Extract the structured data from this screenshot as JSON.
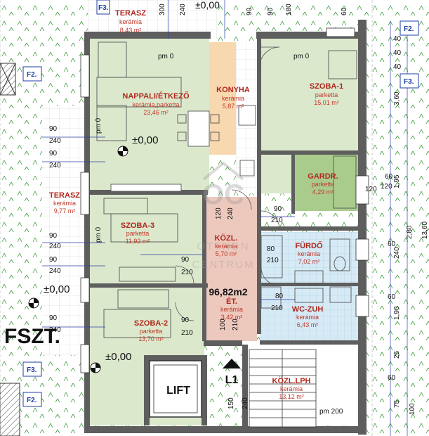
{
  "rooms": {
    "terasz_top": {
      "name": "TERASZ",
      "material": "kerámia",
      "area": "8,43 m²"
    },
    "nappali": {
      "name": "NAPPALI/ÉTKEZŐ",
      "material": "kerámia,parketta",
      "area": "23,46 m²"
    },
    "konyha": {
      "name": "KONYHA",
      "material": "kerámia",
      "area": "5,87 m²"
    },
    "szoba1": {
      "name": "SZOBA-1",
      "material": "parketta",
      "area": "15,01 m²"
    },
    "gardr": {
      "name": "GARDR.",
      "material": "parketta",
      "area": "4,29 m²"
    },
    "terasz_left": {
      "name": "TERASZ",
      "material": "kerámia",
      "area": "9,77 m²"
    },
    "szoba3": {
      "name": "SZOBA-3",
      "material": "parketta",
      "area": "11,92 m²"
    },
    "kozl": {
      "name": "KÖZL.",
      "material": "kerámia",
      "area": "5,70 m²"
    },
    "furdo": {
      "name": "FÜRDŐ",
      "material": "kerámia",
      "area": "7,02 m²"
    },
    "et": {
      "name": "ÉT.",
      "material": "kerámia",
      "area": "3,42 m²"
    },
    "wczuh": {
      "name": "WC-ZUH",
      "material": "kerámia",
      "area": "6,43 m²"
    },
    "szoba2": {
      "name": "SZOBA-2",
      "material": "parketta",
      "area": "13,70 m²"
    },
    "kozl_lph": {
      "name": "KÖZL.LPH",
      "material": "kerámia",
      "area": "13,12 m²"
    }
  },
  "levels": {
    "pm_top": "pm 0",
    "pm_right": "pm 0",
    "pm_left1": "pm 0",
    "pm_left2": "pm 0",
    "pm_bottom": "pm 200",
    "zero_main": "±0,00",
    "zero_left": "±0,00",
    "zero_bottom": "±0,00",
    "zero_top": "±0,00"
  },
  "total_area": "96,82m2",
  "floor_label": "FSZT.",
  "lift_label": "LIFT",
  "stair_label": "L1",
  "watermark": {
    "initials": "OC",
    "line1": "OTTHON",
    "line2": "CENTRUM"
  },
  "tags": {
    "f3_top": "F3.",
    "f2_right_top": "F2.",
    "f3_right": "F3.",
    "f2_left": "F2.",
    "f3_left": "F3.",
    "f2_left_bottom": "F2."
  },
  "dims": {
    "d300": "300",
    "d240": "240",
    "d90a": "90",
    "d90b": "90",
    "d180": "180",
    "d60": "60",
    "d40": "40",
    "l90a": "90",
    "l240a": "240",
    "l90b": "90",
    "l240b": "240",
    "l90c": "90",
    "l240c": "240",
    "l90d": "90",
    "l240d": "240",
    "l90e": "90",
    "l240e": "240",
    "c120": "120",
    "c240": "240",
    "c90a": "90",
    "c210a": "210",
    "c80a": "80",
    "c210b": "210",
    "c90b": "90",
    "c210c": "210",
    "c80b": "80",
    "c210d": "210",
    "c90c": "90",
    "c210e": "210",
    "c100": "100",
    "c210f": "210",
    "r360": "3,60",
    "r120a": "120",
    "r195": "1,95",
    "r60a": "60",
    "r120b": "120",
    "r280": "2,80",
    "r360b": "13,60",
    "r60b": "60",
    "r240": "240",
    "r60c": "60",
    "r190": "1,90",
    "r25": "25",
    "r60d": "60",
    "r75": "75",
    "r100a": "100",
    "r40a": "40",
    "r40b": "40",
    "s150": "150",
    "s240": "240"
  }
}
